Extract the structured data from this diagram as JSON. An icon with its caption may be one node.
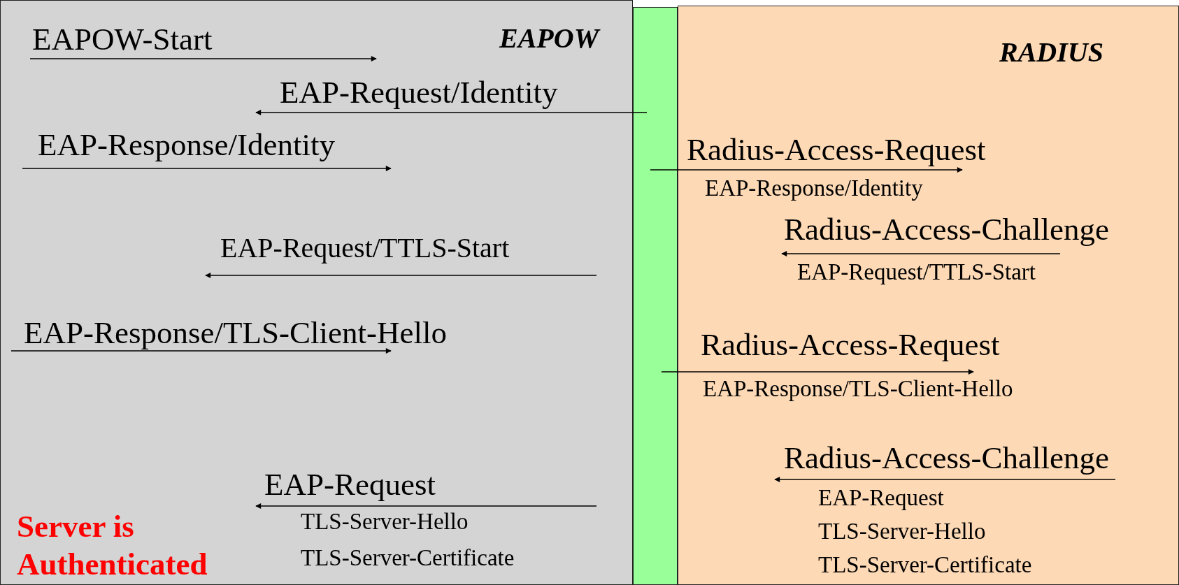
{
  "diagram": {
    "nodes": [
      {
        "text": [
          "EAPOW"
        ]
      },
      {
        "text": [],
        "shape": "bar"
      },
      {
        "text": [
          "RADIUS"
        ]
      }
    ],
    "edges": [
      {
        "from": 1,
        "to": 0,
        "arrow": "to"
      },
      {
        "from": 1,
        "to": 2,
        "arrow": "to"
      },
      {
        "from": 1,
        "to": 2,
        "arrow": "to"
      }
    ],
    "labels": [
      "EAPOW-Start",
      "EAP-Request/Identity",
      "EAP-Response/Identity",
      "Radius-Access-Request",
      "EAP-Response/Identity",
      "Radius-Access-Challenge",
      "EAP-Request/TTLS-Start",
      "EAP-Request/TTLS-Start",
      "EAP-Response/TLS-Client-Hello",
      "Radius-Access-Request",
      "EAP-Response/TLS-Client-Hello",
      "Radius-Access-Challenge",
      "EAP-Request",
      "EAP-Request",
      "TLS-Server-Hello",
      "TLS-Server-Hello",
      "Server is Authenticated",
      "TLS-Server-Certificate",
      "TLS-Server-Certificate"
    ]
  }
}
